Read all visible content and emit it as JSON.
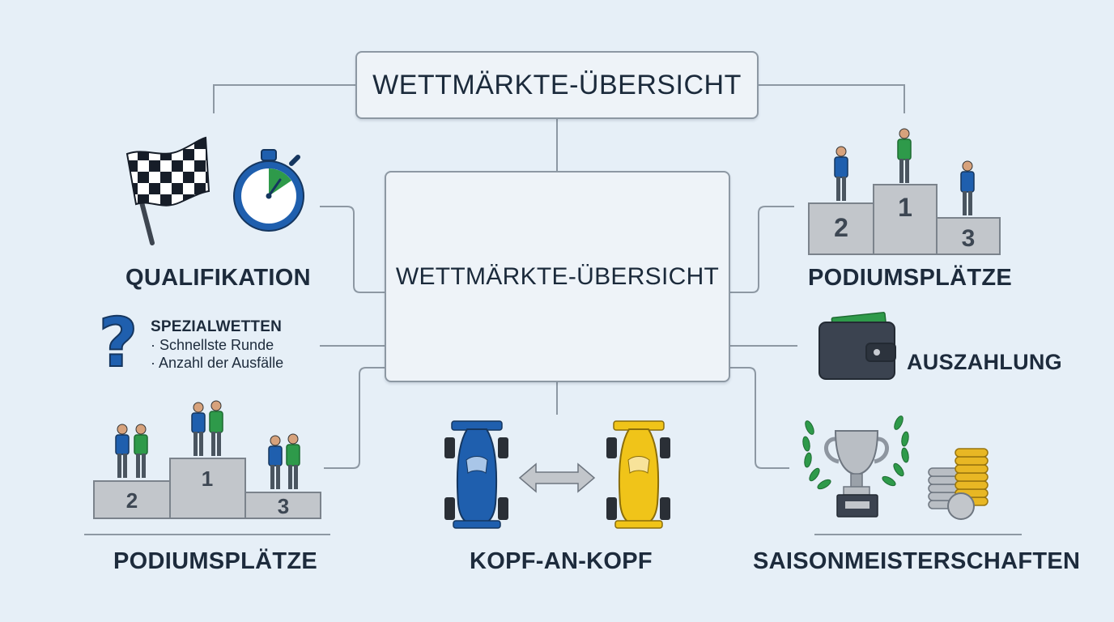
{
  "diagram": {
    "top_title": "WETTMÄRKTE-ÜBERSICHT",
    "center_title": "WETTMÄRKTE-ÜBERSICHT",
    "nodes": {
      "qualifikation": {
        "label": "QUALIFIKATION",
        "icons": [
          "checkered-flag-icon",
          "stopwatch-icon"
        ]
      },
      "podium_right": {
        "label": "PODIUMSPLÄTZE",
        "icon": "podium-icon",
        "places": [
          "1",
          "2",
          "3"
        ]
      },
      "spezialwetten": {
        "title": "SPEZIALWETTEN",
        "items": [
          "Schnellste Runde",
          "Anzahl der Ausfälle"
        ],
        "icon": "question-mark-icon"
      },
      "auszahlung": {
        "label": "AUSZAHLUNG",
        "icon": "wallet-icon"
      },
      "podium_left": {
        "label": "PODIUMSPLÄTZE",
        "icon": "podium-icon",
        "places": [
          "1",
          "2",
          "3"
        ]
      },
      "kopf_an_kopf": {
        "label": "KOPF-AN-KOPF",
        "icons": [
          "blue-race-car-icon",
          "double-arrow-icon",
          "yellow-race-car-icon"
        ]
      },
      "saisonmeisterschaften": {
        "label": "SAISONMEISTERSCHAFTEN",
        "icons": [
          "trophy-laurel-icon",
          "coin-stacks-icon"
        ]
      }
    }
  },
  "colors": {
    "background": "#e6eff7",
    "box_fill": "#eef3f8",
    "box_border": "#8d98a3",
    "text": "#1d2b3c",
    "accent_blue": "#1f5fae",
    "accent_green": "#2e9a4a",
    "car_yellow": "#f0c419",
    "podium_gray": "#c2c6cb",
    "gold": "#e8b724"
  }
}
